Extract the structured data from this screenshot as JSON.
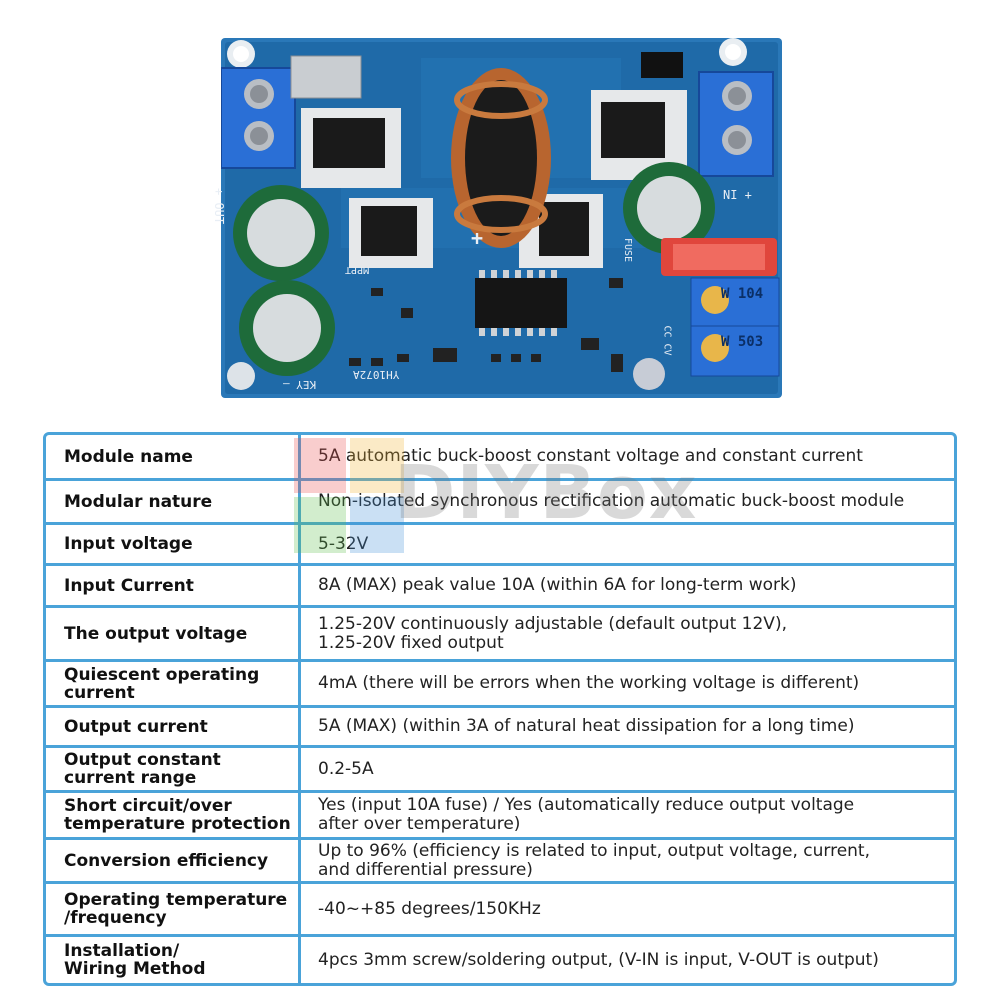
{
  "photo": {
    "silkscreen": {
      "out": "+ OUT",
      "in": "NI +",
      "fuse": "FUSE",
      "mppt": "MPPT",
      "pot1": "W 104",
      "pot2": "W 503",
      "cv": "CV",
      "cc": "CC",
      "model": "YH1072A",
      "key": "KEY –",
      "plus": "+"
    }
  },
  "watermark": {
    "text": "DIYBox"
  },
  "spec": {
    "rows": [
      {
        "label": "Module name",
        "value": "5A automatic buck-boost constant voltage and constant current"
      },
      {
        "label": "Modular nature",
        "value": "Non-isolated synchronous rectification automatic buck-boost module"
      },
      {
        "label": "Input voltage",
        "value": "5-32V"
      },
      {
        "label": "Input Current",
        "value": "8A (MAX) peak value 10A (within 6A for long-term work)"
      },
      {
        "label": "The output voltage",
        "value": "1.25-20V continuously adjustable (default output 12V),\n1.25-20V fixed output"
      },
      {
        "label": "Quiescent operating\ncurrent",
        "value": "4mA (there will be errors when the working voltage is different)"
      },
      {
        "label": "Output current",
        "value": "5A (MAX) (within 3A of natural heat dissipation for a long time)"
      },
      {
        "label": "Output constant\ncurrent range",
        "value": "0.2-5A"
      },
      {
        "label": "Short circuit/over\ntemperature protection",
        "value": "Yes (input 10A fuse) / Yes (automatically reduce output voltage\nafter over temperature)"
      },
      {
        "label": "Conversion efficiency",
        "value": "Up to 96% (efficiency is related to input, output voltage, current,\nand differential pressure)"
      },
      {
        "label": "Operating temperature\n/frequency",
        "value": "-40~+85 degrees/150KHz"
      },
      {
        "label": "Installation/\nWiring Method",
        "value": "4pcs 3mm screw/soldering output, (V-IN is input, V-OUT is output)"
      }
    ]
  }
}
